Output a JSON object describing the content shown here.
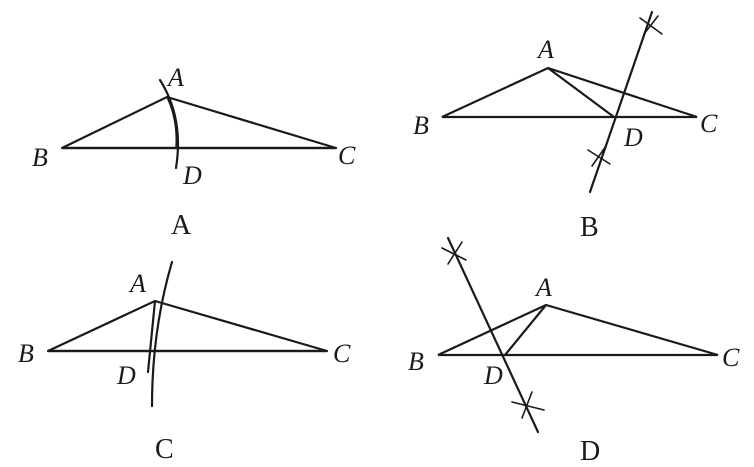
{
  "panels": [
    {
      "caption": "A",
      "points": {
        "A": "A",
        "B": "B",
        "C": "C",
        "D": "D"
      }
    },
    {
      "caption": "B",
      "points": {
        "A": "A",
        "B": "B",
        "C": "C",
        "D": "D"
      }
    },
    {
      "caption": "C",
      "points": {
        "A": "A",
        "B": "B",
        "C": "C",
        "D": "D"
      }
    },
    {
      "caption": "D",
      "points": {
        "A": "A",
        "B": "B",
        "C": "C",
        "D": "D"
      }
    }
  ]
}
